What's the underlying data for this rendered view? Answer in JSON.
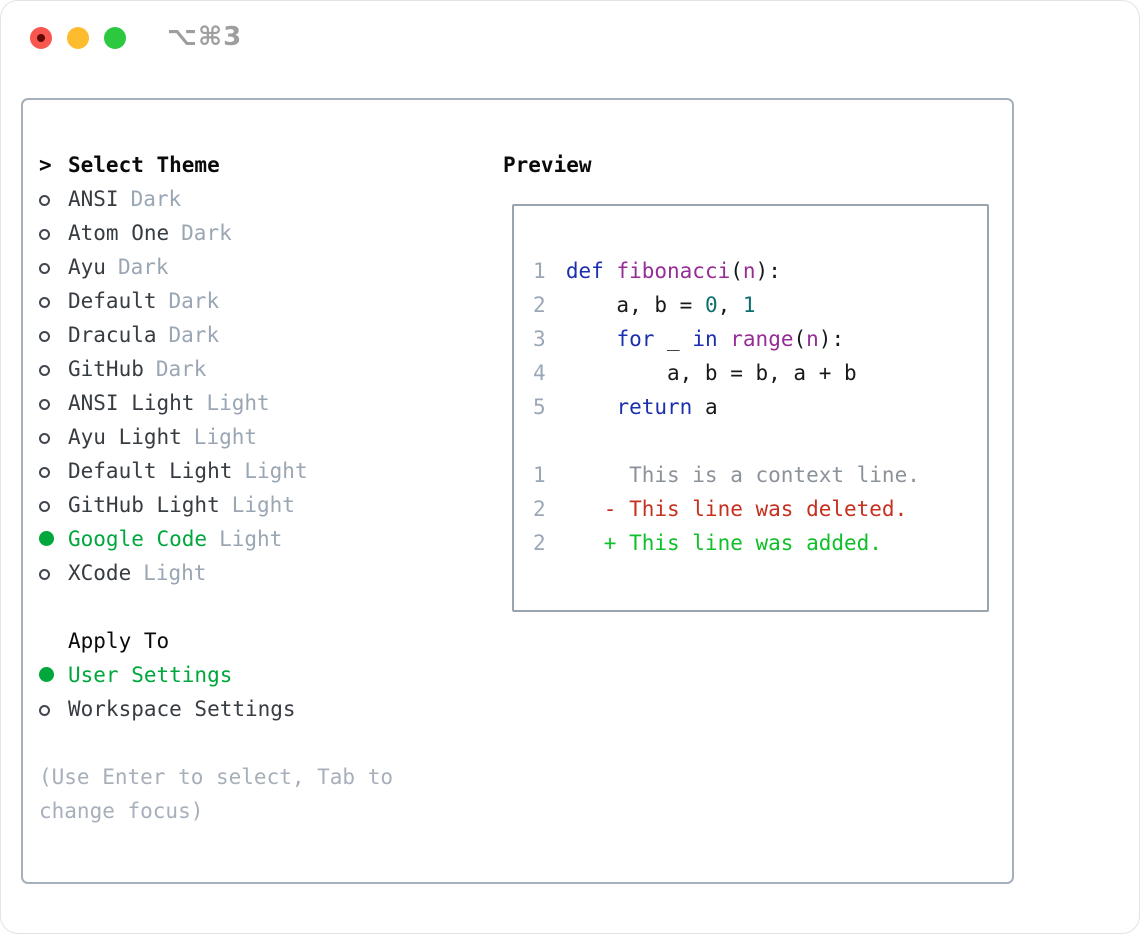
{
  "window": {
    "title": "⌥⌘3"
  },
  "titlebar_icons": [
    "close-button",
    "minimize-button",
    "zoom-button"
  ],
  "theme_panel": {
    "header": {
      "prefix": ">",
      "label": "Select Theme"
    },
    "items": [
      {
        "name": "ANSI",
        "tag": "Dark",
        "selected": false
      },
      {
        "name": "Atom One",
        "tag": "Dark",
        "selected": false
      },
      {
        "name": "Ayu",
        "tag": "Dark",
        "selected": false
      },
      {
        "name": "Default",
        "tag": "Dark",
        "selected": false
      },
      {
        "name": "Dracula",
        "tag": "Dark",
        "selected": false
      },
      {
        "name": "GitHub",
        "tag": "Dark",
        "selected": false
      },
      {
        "name": "ANSI Light",
        "tag": "Light",
        "selected": false
      },
      {
        "name": "Ayu Light",
        "tag": "Light",
        "selected": false
      },
      {
        "name": "Default Light",
        "tag": "Light",
        "selected": false
      },
      {
        "name": "GitHub Light",
        "tag": "Light",
        "selected": false
      },
      {
        "name": "Google Code",
        "tag": "Light",
        "selected": true
      },
      {
        "name": "XCode",
        "tag": "Light",
        "selected": false
      }
    ]
  },
  "apply_panel": {
    "header": "Apply To",
    "items": [
      {
        "name": "User Settings",
        "selected": true
      },
      {
        "name": "Workspace Settings",
        "selected": false
      }
    ]
  },
  "help": {
    "line1": "(Use Enter to select, Tab to",
    "line2": "change focus)"
  },
  "preview": {
    "title": "Preview",
    "code_lines": [
      {
        "num": "1",
        "segments": [
          {
            "t": "def ",
            "c": "kw"
          },
          {
            "t": "fibonacci",
            "c": "fn"
          },
          {
            "t": "(",
            "c": "pl"
          },
          {
            "t": "n",
            "c": "fn"
          },
          {
            "t": "):",
            "c": "pl"
          }
        ]
      },
      {
        "num": "2",
        "segments": [
          {
            "t": "    a, b = ",
            "c": "pl"
          },
          {
            "t": "0",
            "c": "lit"
          },
          {
            "t": ", ",
            "c": "pl"
          },
          {
            "t": "1",
            "c": "lit"
          }
        ]
      },
      {
        "num": "3",
        "segments": [
          {
            "t": "    ",
            "c": "pl"
          },
          {
            "t": "for",
            "c": "kw"
          },
          {
            "t": " _ ",
            "c": "pl"
          },
          {
            "t": "in",
            "c": "kw"
          },
          {
            "t": " ",
            "c": "pl"
          },
          {
            "t": "range",
            "c": "fn"
          },
          {
            "t": "(",
            "c": "pl"
          },
          {
            "t": "n",
            "c": "fn"
          },
          {
            "t": "):",
            "c": "pl"
          }
        ]
      },
      {
        "num": "4",
        "segments": [
          {
            "t": "        a, b = b, a + b",
            "c": "pl"
          }
        ]
      },
      {
        "num": "5",
        "segments": [
          {
            "t": "    ",
            "c": "pl"
          },
          {
            "t": "return",
            "c": "kw"
          },
          {
            "t": " a",
            "c": "pl"
          }
        ]
      },
      {
        "num": "",
        "segments": []
      },
      {
        "num": "1",
        "segments": [
          {
            "t": "     This is a context line.",
            "c": "ctx"
          }
        ]
      },
      {
        "num": "2",
        "segments": [
          {
            "t": "   - This line was deleted.",
            "c": "del"
          }
        ]
      },
      {
        "num": "2",
        "segments": [
          {
            "t": "   + This line was added.",
            "c": "add"
          }
        ]
      }
    ]
  },
  "colors": {
    "keyword": "#1c2fae",
    "function_name": "#962d96",
    "literal": "#0e6f6f",
    "code_plain": "#17191b",
    "line_number": "#9aa7b6",
    "context": "#8b929a",
    "deleted": "#c5301f",
    "added": "#0fc02a",
    "selection_green": "#00a73c",
    "item_text": "#363c42",
    "tag_text": "#9aa6b3",
    "help_text": "#a6afba",
    "border": "#a6b0ba",
    "title_gray": "#9e9e9e",
    "traffic_red": "#f8564f",
    "traffic_yellow": "#fdbc2e",
    "traffic_green": "#2bc840"
  }
}
